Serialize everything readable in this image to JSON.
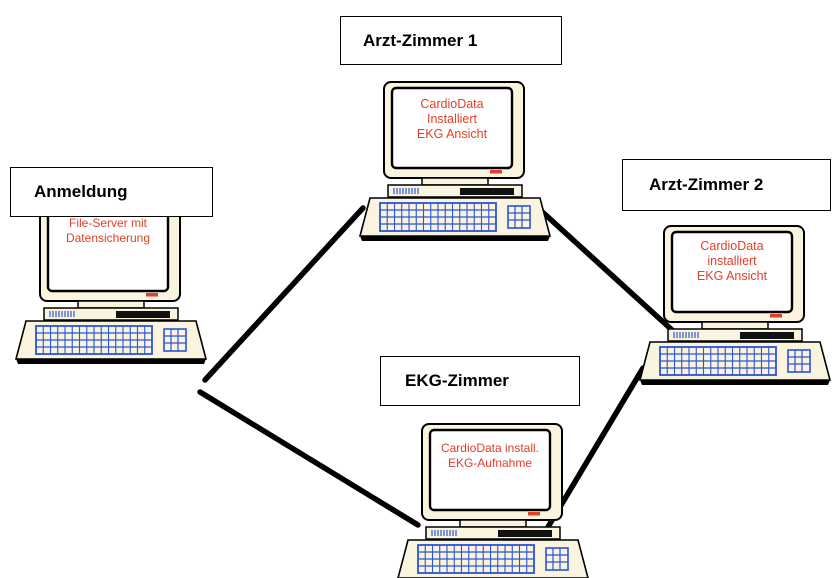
{
  "labels": {
    "arzt1": "Arzt-Zimmer 1",
    "arzt2": "Arzt-Zimmer 2",
    "anmeldung": "Anmeldung",
    "ekg": "EKG-Zimmer"
  },
  "screens": {
    "arzt1": [
      "CardioData",
      "Installiert",
      "EKG Ansicht"
    ],
    "arzt2": [
      "CardioData",
      "installiert",
      "EKG Ansicht"
    ],
    "anmeldung": [
      "File-Server mit",
      "Datensicherung"
    ],
    "ekg": [
      "CardioData install.",
      "EKG-Aufnahme"
    ]
  },
  "colors": {
    "screen_text": "#e0402a",
    "monitor_body": "#faf3dd",
    "keyboard_keys": "#2a55d8",
    "network_line": "#000000"
  },
  "icons": {
    "computer": "desktop-computer-icon"
  }
}
